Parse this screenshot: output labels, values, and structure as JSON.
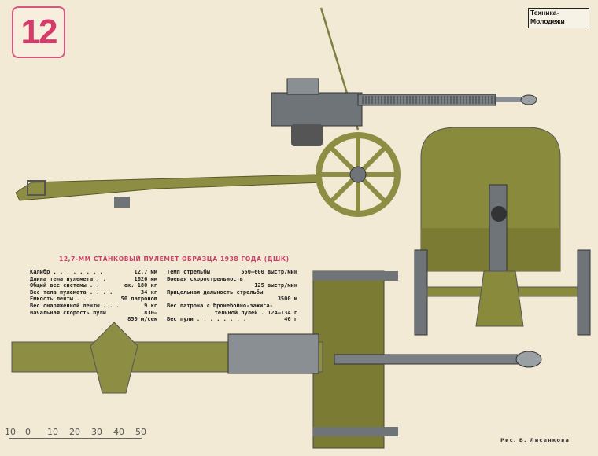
{
  "page_number": "12",
  "magazine_logo": {
    "line1": "Техника-",
    "line2": "Молодежи"
  },
  "title": "12,7-ММ СТАНКОВЫЙ ПУЛЕМЕТ ОБРАЗЦА 1938 ГОДА (ДШК)",
  "specs_left": [
    {
      "label": "Калибр . . . . . . . .",
      "value": "12,7 мм"
    },
    {
      "label": "Длина тела пулемета . .",
      "value": "1626 мм"
    },
    {
      "label": "Общий вес системы . .",
      "value": "ок. 180 кг"
    },
    {
      "label": "Вес тела пулемета . . . .",
      "value": "34 кг"
    },
    {
      "label": "Емкость ленты . . .",
      "value": "50 патронов"
    },
    {
      "label": "Вес снаряженной ленты . . .",
      "value": "9 кг"
    },
    {
      "label": "Начальная скорость пули",
      "value": "830—"
    },
    {
      "label": "",
      "value": "850 м/сек"
    }
  ],
  "specs_right": [
    {
      "label": "Темп стрельбы",
      "value": "550—600 выстр/мин"
    },
    {
      "label": "Боевая скорострельность",
      "value": ""
    },
    {
      "label": "",
      "value": "125 выстр/мин"
    },
    {
      "label": "Прицельная дальность стрельбы",
      "value": ""
    },
    {
      "label": "",
      "value": "3500 м"
    },
    {
      "label": "Вес патрона с бронебойно-зажига-",
      "value": ""
    },
    {
      "label": "тельной пулей .",
      "value": "124—134 г"
    },
    {
      "label": "Вес пули . . . . . . . .",
      "value": "46 г"
    }
  ],
  "scale_labels": [
    "10",
    "0",
    "10",
    "20",
    "30",
    "40",
    "50"
  ],
  "credit": "Рис. Б. Лисенкова",
  "colors": {
    "paper": "#f2ead5",
    "accent": "#d63a6a",
    "olive": "#8a8a3c",
    "steel": "#6f7478"
  }
}
